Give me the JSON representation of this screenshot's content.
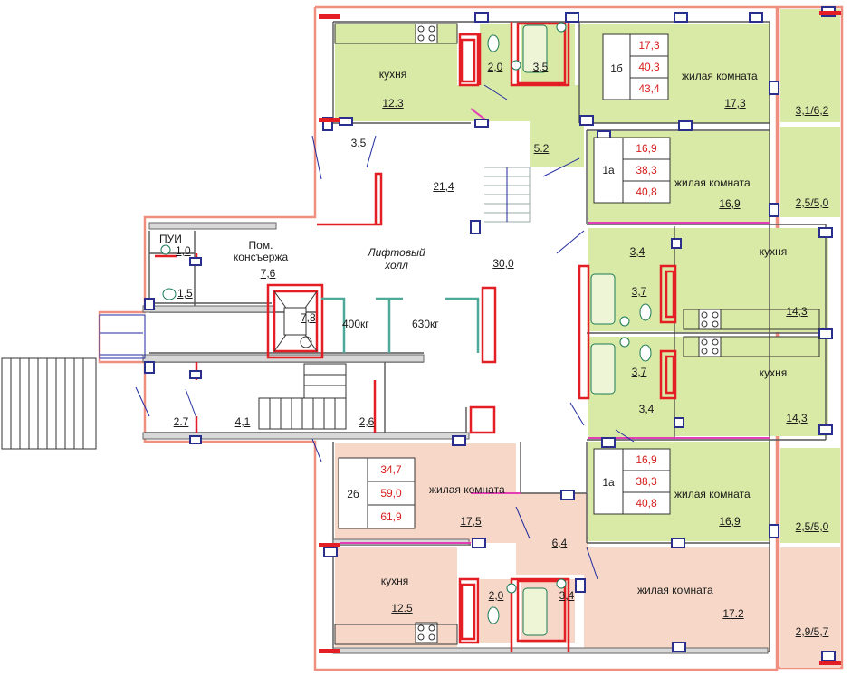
{
  "rooms": {
    "kitchen_top_left": {
      "name": "кухня",
      "area": "12.3"
    },
    "wc_top": "2,0",
    "bath_top": "3,5",
    "hall_top": "5.2",
    "vestibule": "3,5",
    "corridor_upper": "21,4",
    "lift_hall": "Лифтовый\nхолл",
    "corridor_mid": "30,0",
    "pui": {
      "name": "ПУИ",
      "area": "1,0"
    },
    "wc_concierge": "1,5",
    "concierge": {
      "name": "Пом.\nконсъержа",
      "area": "7,6"
    },
    "garbage": "7,8",
    "lift_small": "400кг",
    "lift_large": "630кг",
    "entry_a": "2.7",
    "entry_b": "4,1",
    "entry_c": "2,6",
    "living_1b": {
      "name": "жилая комната",
      "area": "17,3"
    },
    "balcony_top": "3,1/6,2",
    "living_1a_top": {
      "name": "жилая комната",
      "area": "16,9"
    },
    "balcony_2": "2,5/5,0",
    "hall_3_4_top": "3,4",
    "bath_3_7_top": "3,7",
    "kitchen_right_top": {
      "name": "кухня",
      "area": "14,3"
    },
    "bath_3_7_bot": "3,7",
    "hall_3_4_bot": "3,4",
    "kitchen_right_bot": {
      "name": "кухня",
      "area": "14,3"
    },
    "living_1a_bot": {
      "name": "жилая комната",
      "area": "16,9"
    },
    "balcony_3": "2,5/5,0",
    "living_2b": {
      "name": "жилая комната",
      "area": "17,5"
    },
    "hall_2b": "6,4",
    "kitchen_bot_left": {
      "name": "кухня",
      "area": "12.5"
    },
    "wc_bot": "2,0",
    "bath_bot": "3,4",
    "living_2b_second": {
      "name": "жилая комната",
      "area": "17.2"
    },
    "balcony_4": "2,9/5,7"
  },
  "apartments": [
    {
      "type": "1б",
      "values": [
        "17,3",
        "40,3",
        "43,4"
      ]
    },
    {
      "type": "1а",
      "values": [
        "16,9",
        "38,3",
        "40,8"
      ]
    },
    {
      "type": "1а",
      "values": [
        "16,9",
        "38,3",
        "40,8"
      ]
    },
    {
      "type": "2б",
      "values": [
        "34,7",
        "59,0",
        "61,9"
      ]
    }
  ],
  "colors": {
    "wall_outline": "#ef8f80",
    "wall_red": "#e31e24",
    "green_fill": "#d9e9a6",
    "salmon_fill": "#f7d8c8",
    "window_blue": "#2a2f8e",
    "partition_magenta": "#e23fb7",
    "teal": "#4fa99a",
    "line_blue": "#1f2aa0"
  }
}
